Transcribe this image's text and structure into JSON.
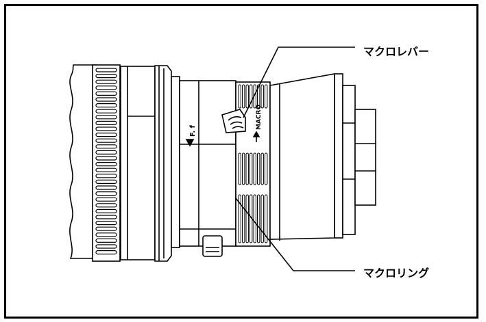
{
  "callouts": {
    "macro_lever": "マクロレバー",
    "macro_ring": "マクロリング"
  },
  "lens_markings": {
    "focus_mark": "F. f",
    "macro_text": "MACRO"
  },
  "colors": {
    "line": "#000000",
    "background": "#ffffff"
  }
}
